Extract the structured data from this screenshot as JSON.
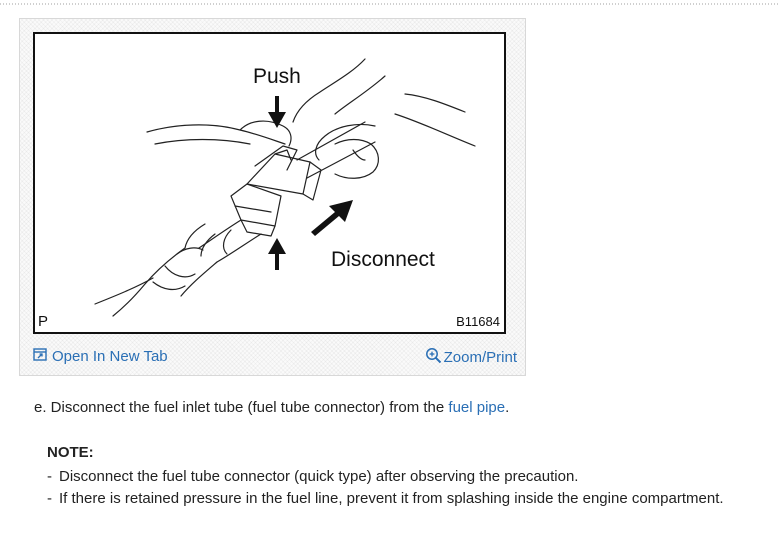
{
  "figure": {
    "labels": {
      "push": "Push",
      "disconnect": "Disconnect",
      "corner_letter": "P",
      "figure_code": "B11684"
    },
    "actions": {
      "open_new_tab": "Open In New Tab",
      "zoom_print": "Zoom/Print"
    }
  },
  "step": {
    "text_before": "e. Disconnect the fuel inlet tube (fuel tube connector) from the ",
    "link_text": "fuel pipe",
    "text_after": "."
  },
  "note": {
    "title": "NOTE:",
    "items": [
      "Disconnect the fuel tube connector (quick type) after observing the precaution.",
      "If there is retained pressure in the fuel line, prevent it from splashing inside the engine compartment."
    ]
  },
  "colors": {
    "link": "#2a6fb5",
    "text": "#222222"
  },
  "icons": {
    "open_new_tab": "external-tab-icon",
    "zoom": "magnifier-icon"
  }
}
